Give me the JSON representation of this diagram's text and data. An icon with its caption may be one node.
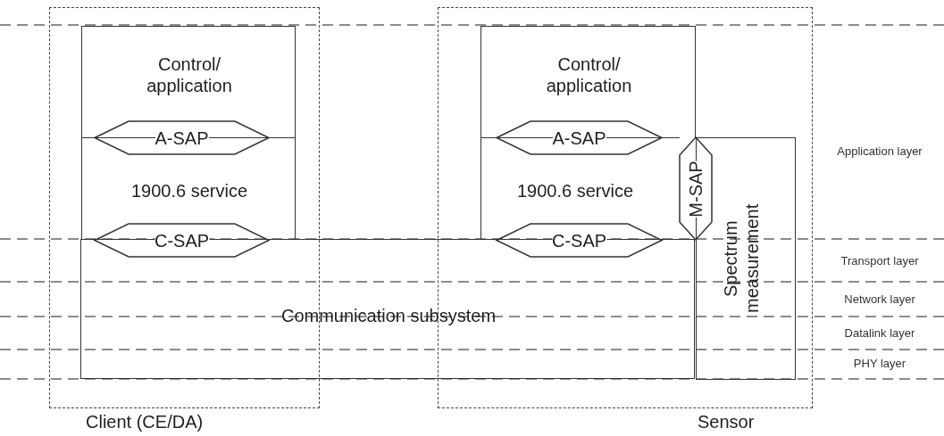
{
  "diagram": {
    "nodes": [
      {
        "text": [
          "Client (CE/DA)"
        ]
      },
      {
        "text": [
          "Control/ application"
        ],
        "in": 0
      },
      {
        "text": [
          "A-SAP"
        ],
        "in": 0
      },
      {
        "text": [
          "1900.6 service"
        ],
        "in": 0
      },
      {
        "text": [
          "C-SAP"
        ],
        "in": 0
      },
      {
        "text": [
          "Communication subsystem"
        ]
      },
      {
        "text": [
          "Sensor"
        ]
      },
      {
        "text": [
          "Control/ application"
        ],
        "in": 6
      },
      {
        "text": [
          "A-SAP"
        ],
        "in": 6
      },
      {
        "text": [
          "1900.6 service"
        ],
        "in": 6
      },
      {
        "text": [
          "C-SAP"
        ],
        "in": 6
      },
      {
        "text": [
          "M-SAP"
        ],
        "in": 6
      },
      {
        "text": [
          "Spectrum measurement"
        ],
        "in": 6
      }
    ],
    "edges": [],
    "labels": [
      "Application layer",
      "Transport layer",
      "Network layer",
      "Datalink layer",
      "PHY layer"
    ]
  }
}
